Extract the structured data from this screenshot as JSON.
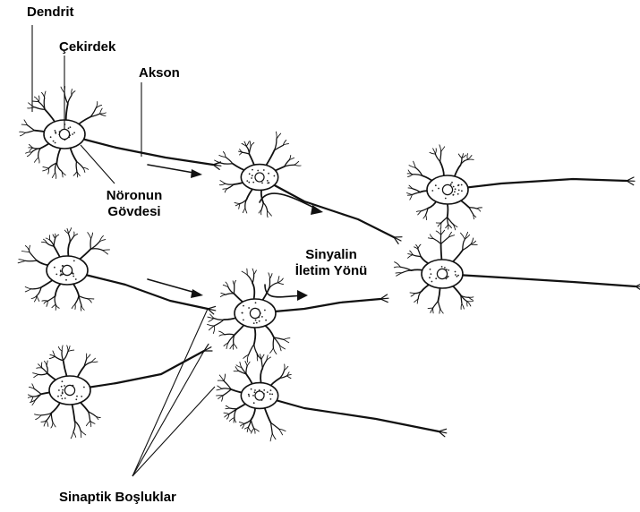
{
  "labels": {
    "dendrite": "Dendrit",
    "nucleus": "Çekirdek",
    "axon": "Akson",
    "cell_body_line1": "Nöronun",
    "cell_body_line2": "Gövdesi",
    "signal_line1": "Sinyalin",
    "signal_line2": "İletim Yönü",
    "synapses": "Sinaptik Boşluklar"
  },
  "colors": {
    "ink": "#111111",
    "background": "#ffffff"
  }
}
